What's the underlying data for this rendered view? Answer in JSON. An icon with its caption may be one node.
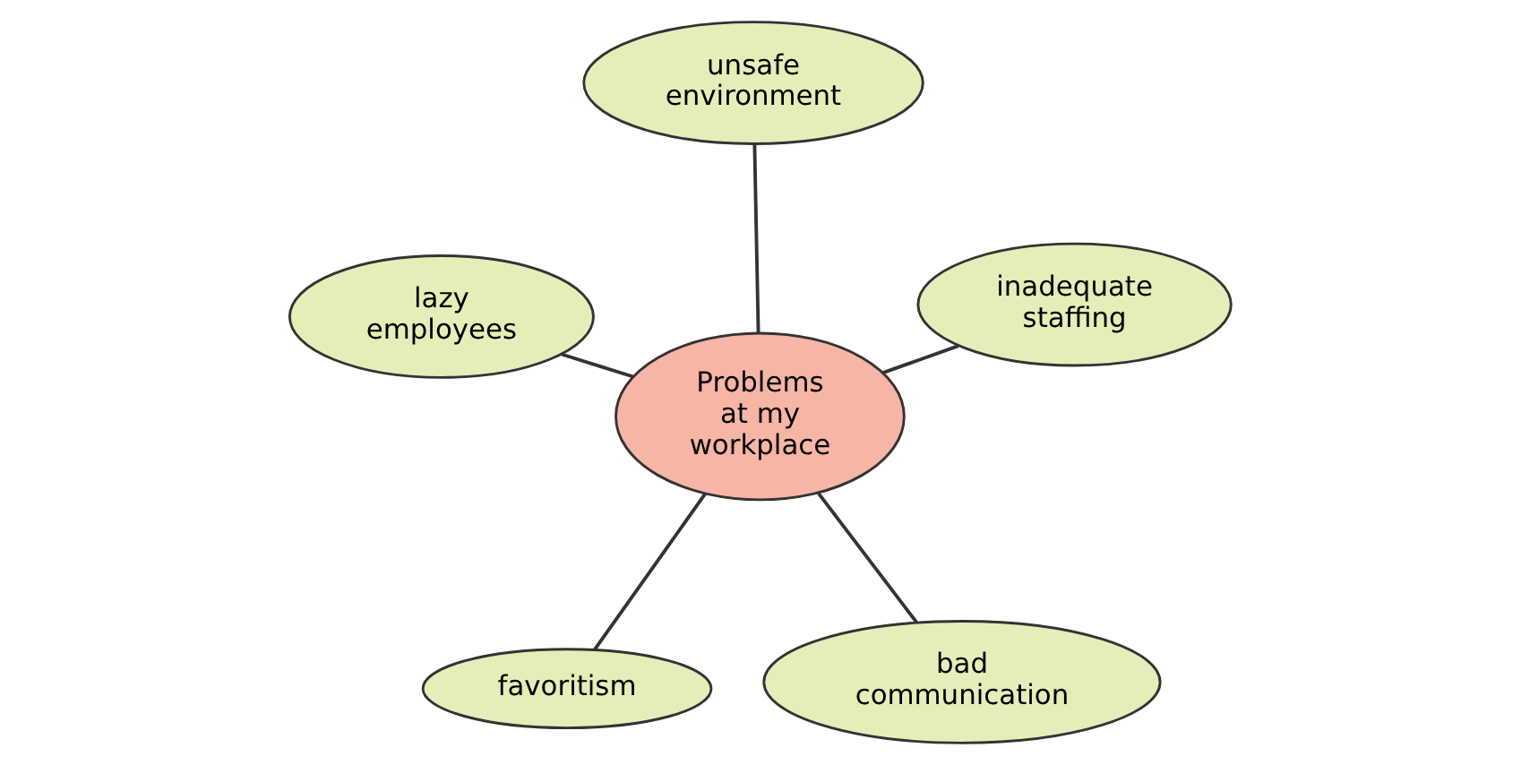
{
  "diagram": {
    "nodes": [
      {
        "text": [
          "favoritism"
        ]
      },
      {
        "text": [
          "bad communication"
        ]
      },
      {
        "text": [
          "Problems at my workplace"
        ]
      },
      {
        "text": [
          "unsafe environment"
        ]
      },
      {
        "text": [
          "inadequate staffing"
        ]
      },
      {
        "text": [
          "lazy employees"
        ]
      }
    ],
    "edges": [
      {
        "from": 2,
        "to": 0,
        "arrow": "none"
      },
      {
        "from": 2,
        "to": 1,
        "arrow": "none"
      },
      {
        "from": 2,
        "to": 3,
        "arrow": "none"
      },
      {
        "from": 2,
        "to": 4,
        "arrow": "none"
      },
      {
        "from": 2,
        "to": 5,
        "arrow": "none"
      }
    ]
  }
}
